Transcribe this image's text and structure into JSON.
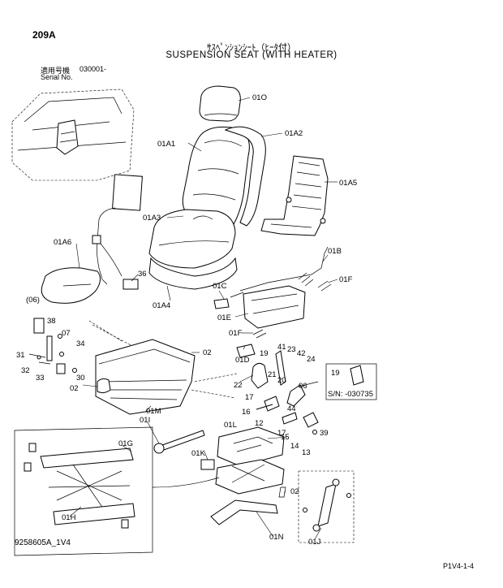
{
  "header": {
    "page_code": "209A",
    "title_jp": "ｻｽﾍﾟﾝｼｮﾝｼｰﾄ（ﾋｰﾀ付）",
    "title_en": "SUSPENSION SEAT (WITH HEATER)",
    "serial_label_jp": "適用号機",
    "serial_label_en": "Serial No.",
    "serial_value": "030001-"
  },
  "callouts": {
    "c01O": "01O",
    "c01A1": "01A1",
    "c01A2": "01A2",
    "c01A5": "01A5",
    "c01A3": "01A3",
    "c01A6": "01A6",
    "c36": "36",
    "c01A4": "01A4",
    "c01B": "01B",
    "c01F_a": "01F",
    "c01C": "01C",
    "c01E": "01E",
    "c06a": "(06)",
    "c38": "38",
    "c07": "07",
    "c34": "34",
    "c31": "31",
    "c32": "32",
    "c33": "33",
    "c30": "30",
    "c02a": "02",
    "c02b": "02",
    "c01F_b": "01F",
    "c01D": "01D",
    "c19a": "19",
    "c41": "41",
    "c23": "23",
    "c42": "42",
    "c24": "24",
    "c21": "21",
    "c20": "20",
    "c22": "22",
    "c06b": "06",
    "c17a": "17",
    "c44": "44",
    "c16": "16",
    "c12": "12",
    "c17b": "17",
    "c15": "15",
    "c14": "14",
    "c13": "13",
    "c39": "39",
    "c01M": "01M",
    "c01I": "01I",
    "c01G": "01G",
    "c01K": "01K",
    "c01L": "01L",
    "c01H": "01H",
    "c02c": "02",
    "c01N": "01N",
    "c01J": "01J"
  },
  "inset": {
    "part": "19",
    "serial_note": "S/N: -030735"
  },
  "footer": {
    "drawing_no": "9258605A_1V4",
    "page_ref": "P1V4-1-4"
  }
}
